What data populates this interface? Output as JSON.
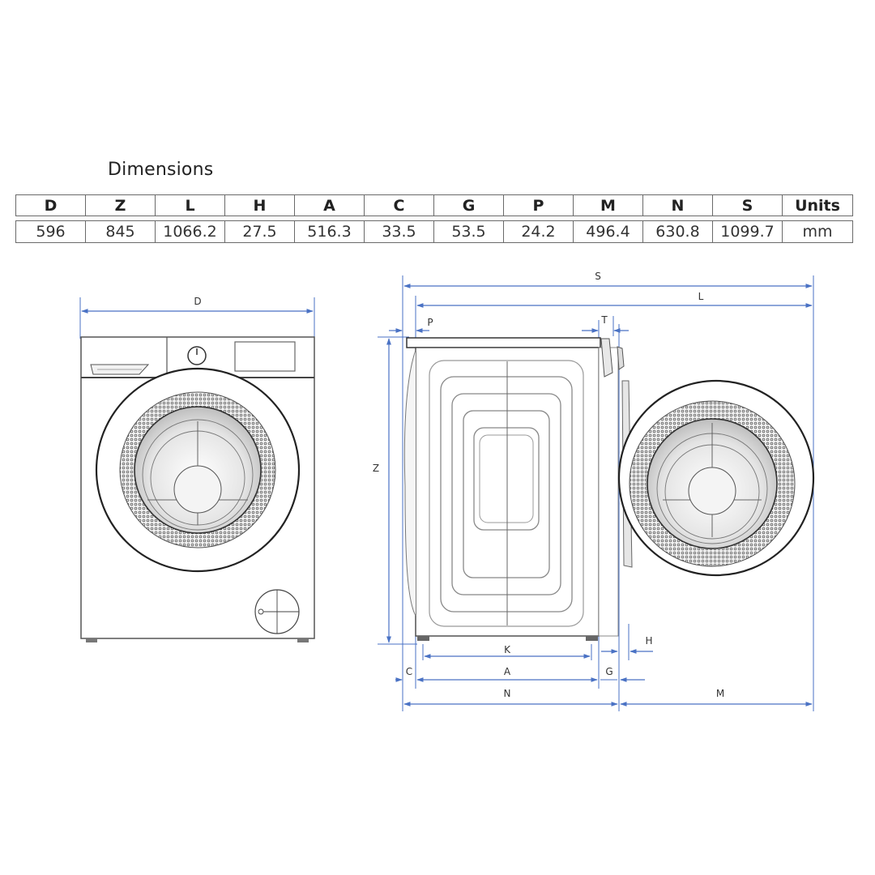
{
  "title": "Dimensions",
  "table": {
    "headers": [
      "D",
      "Z",
      "L",
      "H",
      "A",
      "C",
      "G",
      "P",
      "M",
      "N",
      "S",
      "Units"
    ],
    "values": [
      "596",
      "845",
      "1066.2",
      "27.5",
      "516.3",
      "33.5",
      "53.5",
      "24.2",
      "496.4",
      "630.8",
      "1099.7",
      "mm"
    ]
  },
  "diagram": {
    "front_view": {
      "labels": {
        "width": "D"
      }
    },
    "side_view": {
      "labels": {
        "total_depth_door_open": "S",
        "depth_to_door_open": "L",
        "back_protrusion": "P",
        "front_panel_protrusion": "T",
        "height": "Z",
        "door_gap": "H",
        "feet_spacing": "K",
        "back_offset": "C",
        "body_depth": "A",
        "door_depth": "G",
        "depth_closed": "N",
        "door_swing": "M"
      }
    },
    "colors": {
      "dimension_line": "#4a72c4",
      "outline": "#3a3a3a",
      "light_outline": "#8a8a8a"
    }
  }
}
